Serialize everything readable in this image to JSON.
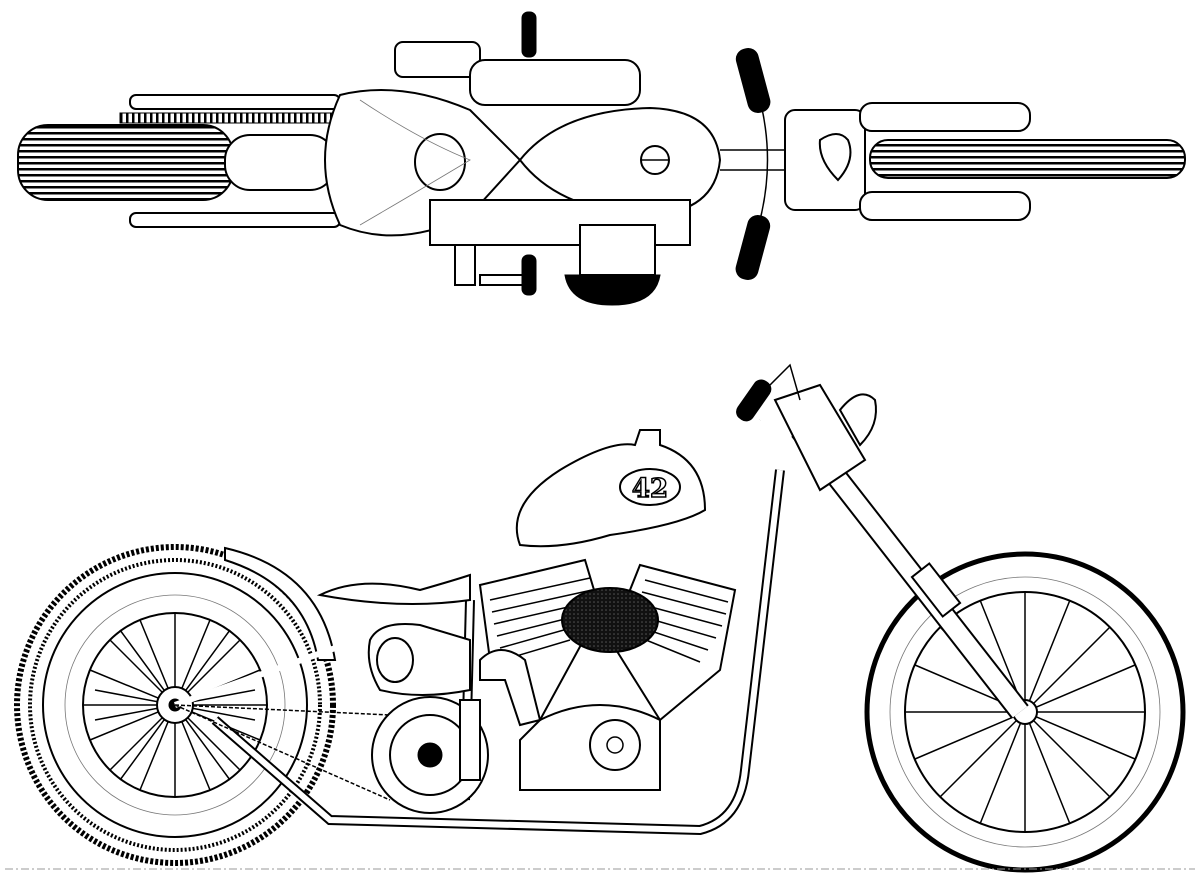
{
  "drawing": {
    "views": [
      "top",
      "side"
    ],
    "tank_badge": "42"
  }
}
